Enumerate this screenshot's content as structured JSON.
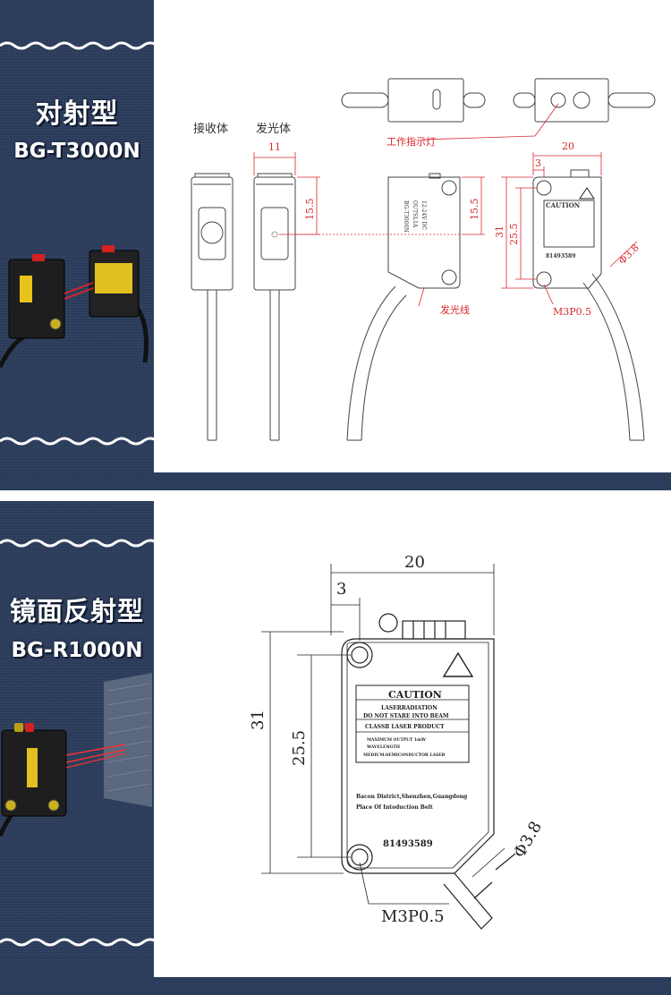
{
  "section1": {
    "title": "对射型",
    "model": "BG-T3000N",
    "labels": {
      "receiver": "接收体",
      "emitter": "发光体",
      "indicator": "工作指示灯",
      "emit_line": "发光线",
      "thread": "M3P0.5"
    },
    "dims": {
      "width_11": "11",
      "height_15_5_a": "15.5",
      "height_15_5_b": "15.5",
      "height_31": "31",
      "width_20": "20",
      "offset_3": "3",
      "height_25_5": "25.5",
      "cable_d": "Φ3.8"
    },
    "sensor_text": {
      "side1": "12-24V DC",
      "side2": "OUTSL1A",
      "side3": "BG-T3000N",
      "caution": "CAUTION",
      "serial": "81493589"
    }
  },
  "section2": {
    "title": "镜面反射型",
    "model": "BG-R1000N",
    "labels": {
      "thread": "M3P0.5"
    },
    "dims": {
      "width_20": "20",
      "offset_3": "3",
      "height_31": "31",
      "height_25_5": "25.5",
      "cable_d": "Φ3.8"
    },
    "sensor_text": {
      "caution": "CAUTION",
      "line1": "LASERRADIATION",
      "line2": "DO NOT STARE INTO BEAM",
      "line3": "CLASSⅡ LASER PRODUCT",
      "line4": "MAXIMUM OUTPUT 1mW",
      "line5": "WAVELENGTH",
      "line6": "MEDIUM:SEMICONDUCTOR LASER",
      "line7": "Bacon District,Shenzhen,Guangdong",
      "line8": "Place Of Intoduction Belt",
      "serial": "81493589"
    }
  },
  "colors": {
    "panel": "#2c3d5c",
    "dimension_red": "#d9272e",
    "line_dark": "#333333"
  }
}
